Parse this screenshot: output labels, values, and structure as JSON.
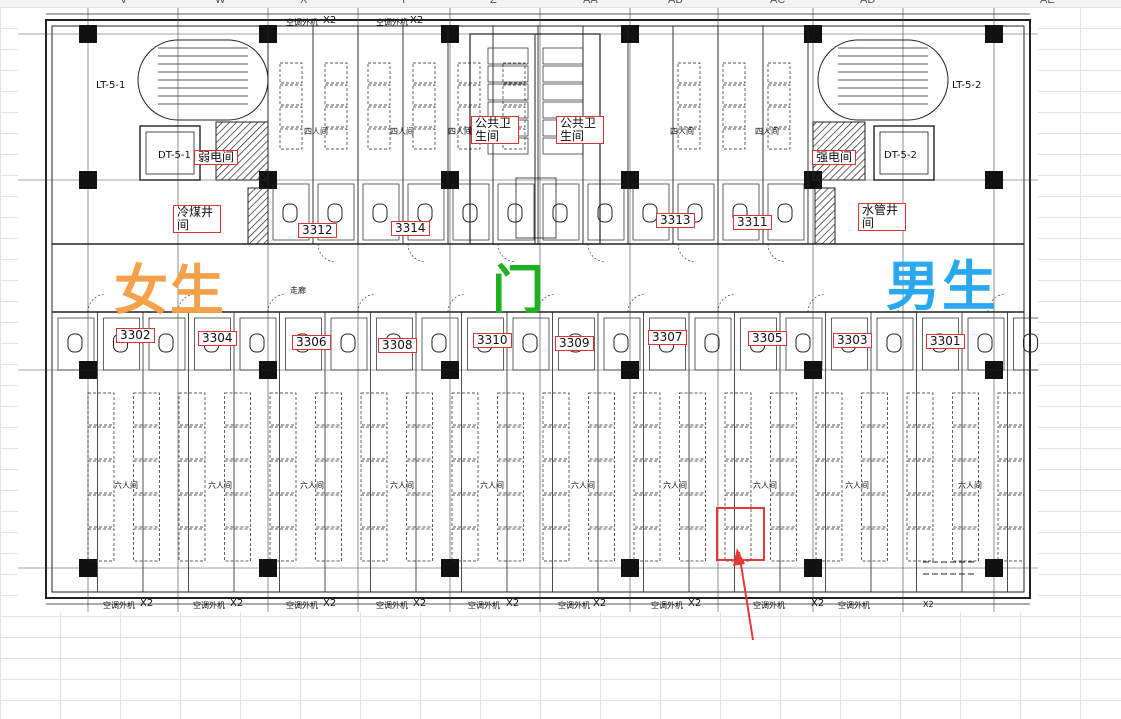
{
  "sheet": {
    "columns": [
      "V",
      "W",
      "X",
      "Y",
      "Z",
      "AA",
      "AB",
      "AC",
      "AD",
      "AE"
    ]
  },
  "plan": {
    "stairs": [
      "LT-5-1",
      "LT-5-2"
    ],
    "elevators": [
      "DT-5-1",
      "DT-5-2"
    ],
    "shafts": {
      "weak_electric": "弱电间",
      "strong_electric": "强电间",
      "cold_coal": "冷煤井间",
      "water_pipe": "水管井间"
    },
    "public_toilets": [
      "公共卫生间",
      "公共卫生间"
    ],
    "rooms_top": [
      "3312",
      "3314",
      "3313",
      "3311"
    ],
    "rooms_mid": [
      "3302",
      "3304",
      "3306",
      "3308",
      "3310",
      "3309",
      "3307",
      "3305",
      "3303",
      "3301"
    ],
    "corridor": "走廊",
    "room_type": "六人间",
    "room_type_small": "四人间",
    "equip_top": [
      "空调外机",
      "X2",
      "空调外机",
      "X2"
    ],
    "equip_bottom": [
      "空调外机",
      "X2",
      "空调外机",
      "X2",
      "空调外机",
      "X2",
      "空调外机",
      "X2",
      "空调外机",
      "X2",
      "空调外机",
      "X2",
      "空调外机",
      "X2",
      "空调外机",
      "X2",
      "空调外机",
      "X2"
    ],
    "female": "女生",
    "male": "男生",
    "door": "门"
  },
  "colors": {
    "female": "#f5a04a",
    "male": "#29a8f2",
    "door": "#1db21d",
    "annotation": "#e53935"
  }
}
